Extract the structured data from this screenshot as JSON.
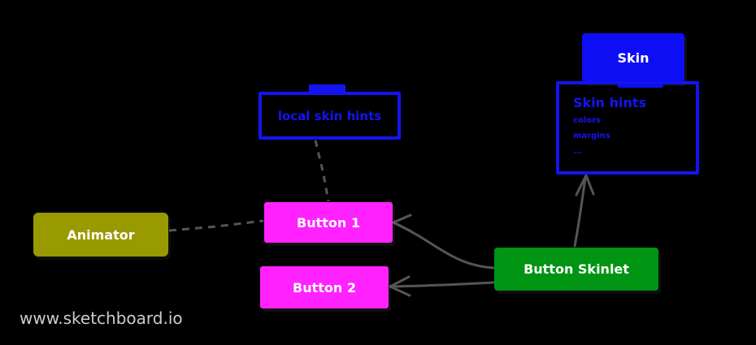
{
  "canvas": {
    "background": "#000000",
    "watermark": "www.sketchboard.io"
  },
  "palette": {
    "blue": "#1414f0",
    "blue_fill": "#0e0ef5",
    "magenta": "#ff22ff",
    "green": "#009413",
    "olive": "#999900",
    "edge_gray": "#555555",
    "watermark_gray": "#cccccc"
  },
  "nodes": {
    "skin": {
      "label": "Skin",
      "style": "solid-blue"
    },
    "skin_hints": {
      "title": "Skin hints",
      "items": [
        "colors",
        "margins",
        "..."
      ],
      "style": "outline-blue"
    },
    "local_skin_hints": {
      "label": "local skin hints",
      "style": "outline-blue"
    },
    "animator": {
      "label": "Animator",
      "style": "solid-olive"
    },
    "button1": {
      "label": "Button 1",
      "style": "solid-magenta"
    },
    "button2": {
      "label": "Button 2",
      "style": "solid-magenta"
    },
    "button_skinlet": {
      "label": "Button Skinlet",
      "style": "solid-green"
    }
  },
  "edges": [
    {
      "from": "animator",
      "to": "button1",
      "style": "dashed",
      "arrow": "none"
    },
    {
      "from": "local_skin_hints",
      "to": "button1",
      "style": "dashed",
      "arrow": "none"
    },
    {
      "from": "button_skinlet",
      "to": "button1",
      "style": "solid",
      "arrow": "open"
    },
    {
      "from": "button_skinlet",
      "to": "button2",
      "style": "solid",
      "arrow": "open"
    },
    {
      "from": "button_skinlet",
      "to": "skin_hints",
      "style": "solid",
      "arrow": "open"
    }
  ]
}
